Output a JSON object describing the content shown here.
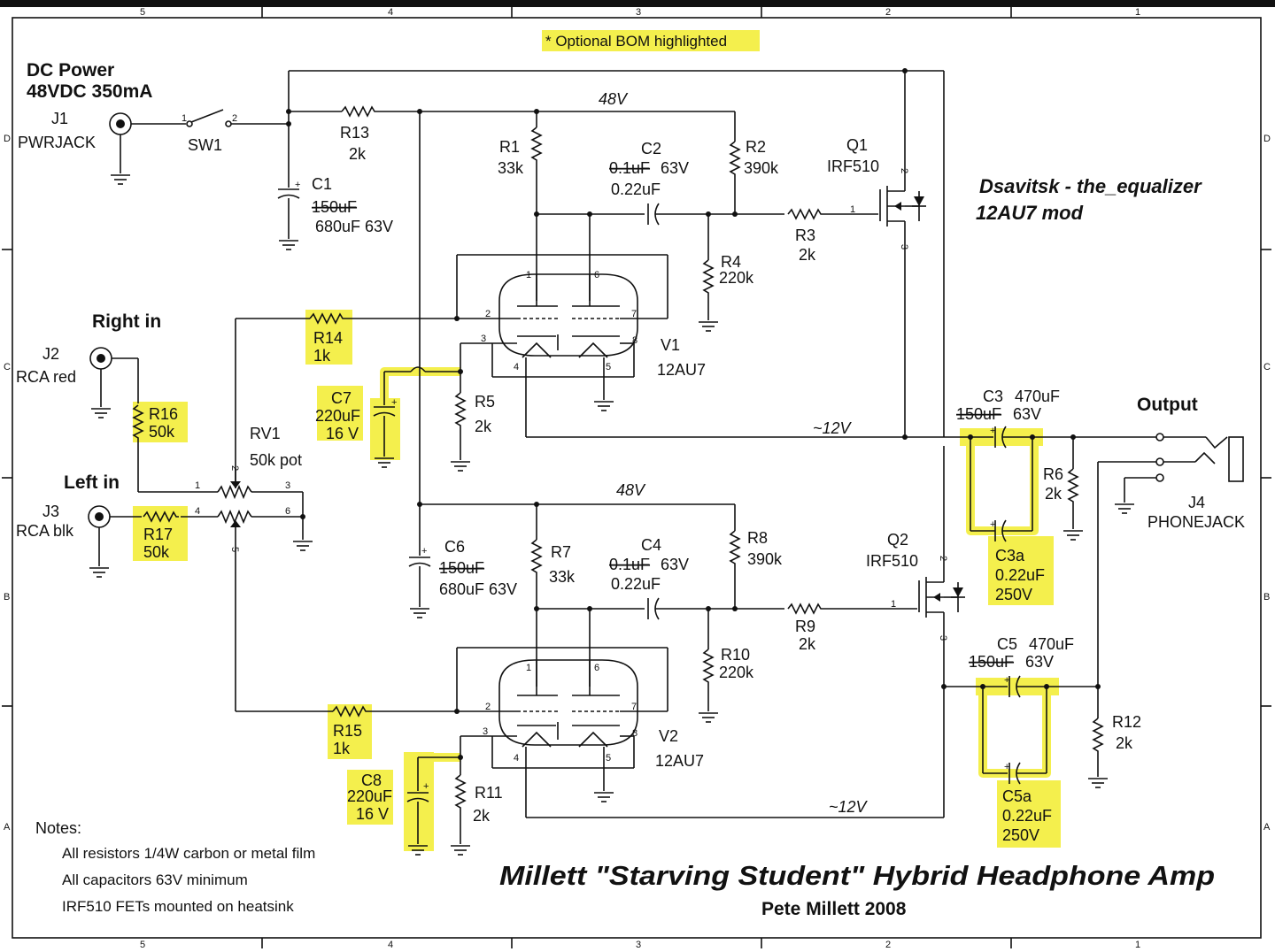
{
  "border": {
    "columns": [
      "5",
      "4",
      "3",
      "2",
      "1"
    ],
    "rows": [
      "D",
      "C",
      "B",
      "A"
    ]
  },
  "header": {
    "optional_note": "* Optional BOM highlighted",
    "mod_author": "Dsavitsk - the_equalizer",
    "mod_name": "12AU7 mod"
  },
  "power": {
    "title": "DC Power",
    "spec": "48VDC 350mA",
    "j1": "J1",
    "j1_type": "PWRJACK",
    "sw1": "SW1",
    "rail_top": "48V",
    "rail_bottom": "48V",
    "cath_top": "~12V",
    "cath_bottom": "~12V"
  },
  "inputs": {
    "right_title": "Right in",
    "j2": "J2",
    "j2_type": "RCA red",
    "left_title": "Left in",
    "j3": "J3",
    "j3_type": "RCA blk"
  },
  "output": {
    "title": "Output",
    "j4": "J4",
    "j4_type": "PHONEJACK"
  },
  "components": {
    "r13": "R13",
    "r13_val": "2k",
    "c1": "C1",
    "c1_old": "150uF",
    "c1_new": "680uF 63V",
    "r1": "R1",
    "r1_val": "33k",
    "c2": "C2",
    "c2_old": "0.1uF",
    "c2_v": "63V",
    "c2_new": "0.22uF",
    "r2": "R2",
    "r2_val": "390k",
    "q1": "Q1",
    "q1_type": "IRF510",
    "r3": "R3",
    "r3_val": "2k",
    "r4": "R4",
    "r4_val": "220k",
    "r14": "R14",
    "r14_val": "1k",
    "c7": "C7",
    "c7_val": "220uF",
    "c7_v": "16 V",
    "r5": "R5",
    "r5_val": "2k",
    "v1": "V1",
    "v1_type": "12AU7",
    "r16": "R16",
    "r16_val": "50k",
    "rv1": "RV1",
    "rv1_val": "50k pot",
    "r17": "R17",
    "r17_val": "50k",
    "c6": "C6",
    "c6_old": "150uF",
    "c6_new": "680uF 63V",
    "r7": "R7",
    "r7_val": "33k",
    "c4": "C4",
    "c4_old": "0.1uF",
    "c4_v": "63V",
    "c4_new": "0.22uF",
    "r8": "R8",
    "r8_val": "390k",
    "q2": "Q2",
    "q2_type": "IRF510",
    "r9": "R9",
    "r9_val": "2k",
    "r10": "R10",
    "r10_val": "220k",
    "r15": "R15",
    "r15_val": "1k",
    "c8": "C8",
    "c8_val": "220uF",
    "c8_v": "16 V",
    "r11": "R11",
    "r11_val": "2k",
    "v2": "V2",
    "v2_type": "12AU7",
    "c3": "C3",
    "c3_val": "470uF",
    "c3_old": "150uF",
    "c3_v": "63V",
    "c3a": "C3a",
    "c3a_val": "0.22uF",
    "c3a_v": "250V",
    "r6": "R6",
    "r6_val": "2k",
    "c5": "C5",
    "c5_val": "470uF",
    "c5_old": "150uF",
    "c5_v": "63V",
    "c5a": "C5a",
    "c5a_val": "0.22uF",
    "c5a_v": "250V",
    "r12": "R12",
    "r12_val": "2k"
  },
  "pins": {
    "p1": "1",
    "p2": "2",
    "p3": "3",
    "p4": "4",
    "p5": "5",
    "p6": "6",
    "p7": "7",
    "p8": "8"
  },
  "notes": {
    "title": "Notes:",
    "line1": "All resistors 1/4W carbon or metal film",
    "line2": "All capacitors 63V minimum",
    "line3": "IRF510 FETs mounted on heatsink"
  },
  "title_block": {
    "title": "Millett \"Starving Student\" Hybrid Headphone Amp",
    "author": "Pete Millett 2008"
  },
  "colors": {
    "highlight": "#f4ef4d",
    "ink": "#111111"
  }
}
